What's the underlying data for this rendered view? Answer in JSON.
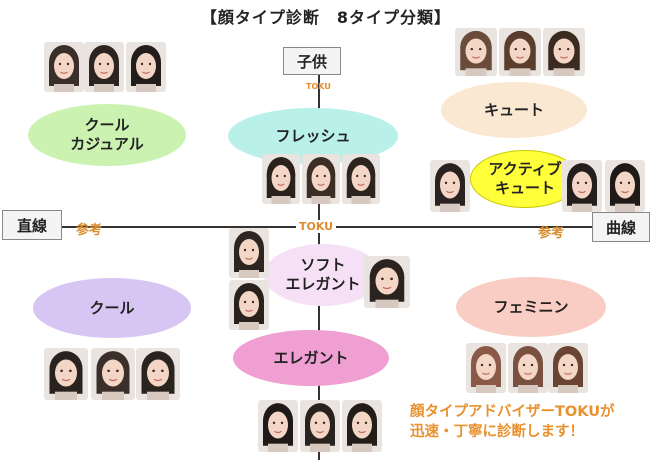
{
  "title": "【顔タイプ診断　8タイプ分類】",
  "axes": {
    "top_label": "子供",
    "left_label": "直線",
    "right_label": "曲線",
    "top_brand": "TOKU",
    "center_brand": "TOKU",
    "left_note": "参考",
    "right_note": "参考"
  },
  "types": {
    "cool_casual": "クール\nカジュアル",
    "fresh": "フレッシュ",
    "cute": "キュート",
    "active_cute": "アクティブ\nキュート",
    "soft_elegant": "ソフト\nエレガント",
    "cool": "クール",
    "feminine": "フェミニン",
    "elegant": "エレガント"
  },
  "colors": {
    "cool_casual": "#ccf2b2",
    "fresh": "#b9f0ea",
    "cute": "#fbe8d2",
    "active_cute": "#ffff3a",
    "soft_elegant": "#f6e0f6",
    "cool": "#d7c6f3",
    "feminine": "#f9ccc4",
    "elegant": "#ef9fd1"
  },
  "promo": "顔タイプアドバイザーTOKUが\n迅速・丁寧に診断します！"
}
